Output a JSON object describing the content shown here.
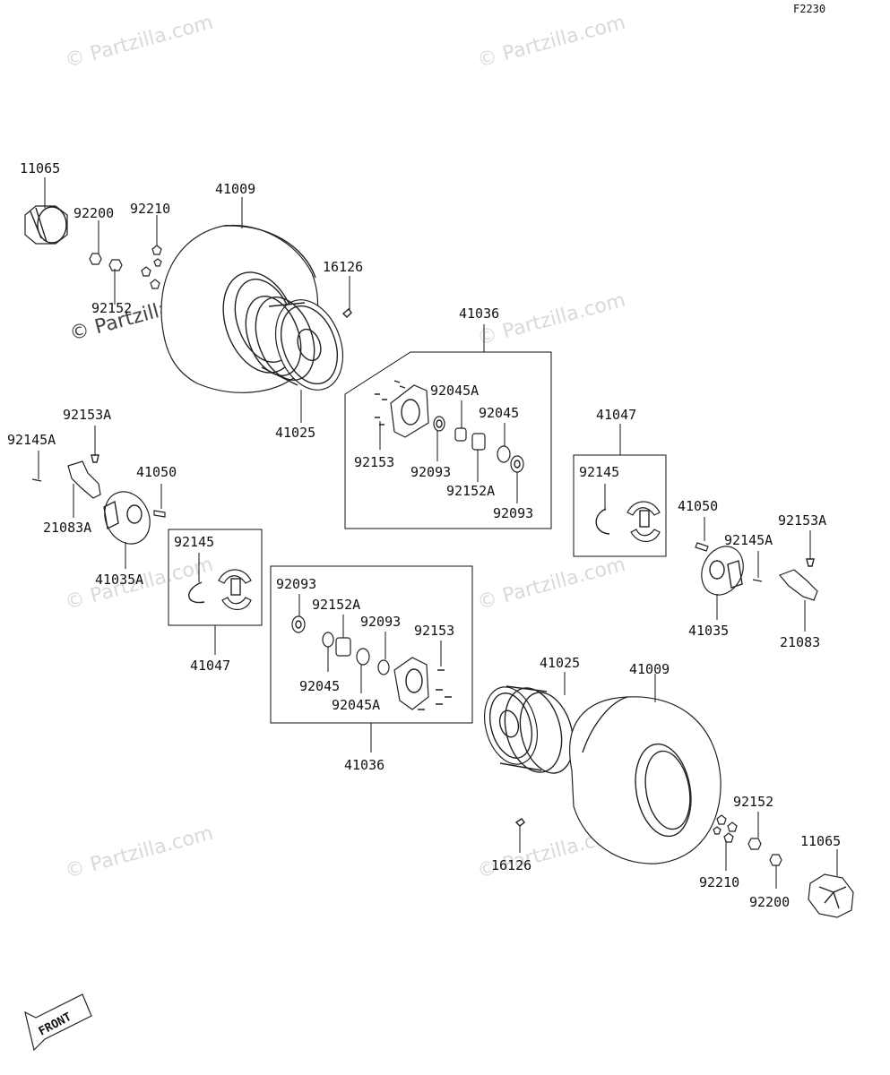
{
  "diagram_code": "F2230",
  "watermark_text": "© Partzilla.com",
  "front_label": "FRONT",
  "labels": {
    "l11065_top": "11065",
    "l41009_top": "41009",
    "l92200_top": "92200",
    "l92210_top": "92210",
    "l16126_top": "16126",
    "l92152_top": "92152",
    "l41025_top": "41025",
    "l41036_top": "41036",
    "l92045A_top": "92045A",
    "l92045_top": "92045",
    "l92153_top": "92153",
    "l92093_top1": "92093",
    "l92152A_top": "92152A",
    "l92093_top2": "92093",
    "l41047_right": "41047",
    "l92145_right": "92145",
    "l92153A_left": "92153A",
    "l92145A_left": "92145A",
    "l41050_left": "41050",
    "l21083A": "21083A",
    "l41035A": "41035A",
    "l92145_left": "92145",
    "l41047_left": "41047",
    "l92093_bot1": "92093",
    "l92152A_bot": "92152A",
    "l92093_bot2": "92093",
    "l92153_bot": "92153",
    "l92045_bot": "92045",
    "l92045A_bot": "92045A",
    "l41036_bot": "41036",
    "l41050_right": "41050",
    "l92153A_right": "92153A",
    "l92145A_right": "92145A",
    "l41035": "41035",
    "l21083": "21083",
    "l41025_bot": "41025",
    "l41009_bot": "41009",
    "l92152_bot": "92152",
    "l11065_bot": "11065",
    "l16126_bot": "16126",
    "l92210_bot": "92210",
    "l92200_bot": "92200"
  }
}
